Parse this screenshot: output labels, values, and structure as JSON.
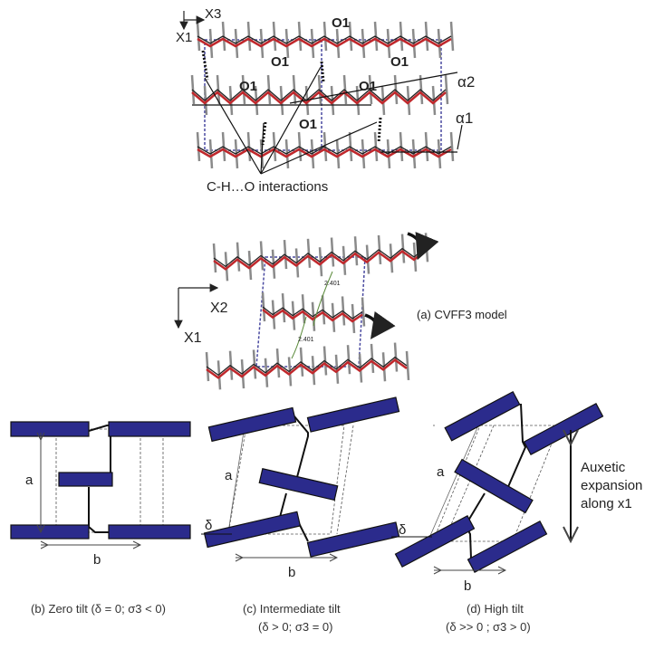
{
  "colors": {
    "bar": "#2b2b8c",
    "cell_border": "#4a4aa0",
    "oxygen": "#c0282c",
    "carbon": "#8a8a8a",
    "hbond": "#5a8a3a"
  },
  "top_panel": {
    "axis_x3": "X3",
    "axis_x1": "X1",
    "o1_labels": [
      "O1",
      "O1",
      "O1",
      "O1",
      "O1",
      "O1"
    ],
    "alpha2": "α2",
    "alpha1": "α1",
    "interactions_label": "C-H…O interactions"
  },
  "model_panel": {
    "axis_x2": "X2",
    "axis_x1": "X1",
    "distance_labels": [
      "2.401",
      "2.401"
    ],
    "caption": "(a) CVFF3 model"
  },
  "schematics": {
    "zero": {
      "a": "a",
      "b": "b",
      "caption": "(b) Zero tilt (δ = 0; σ3 < 0)"
    },
    "intermediate": {
      "a": "a",
      "b": "b",
      "delta": "δ",
      "caption_line1": "(c) Intermediate tilt",
      "caption_line2": "(δ > 0; σ3 = 0)"
    },
    "high": {
      "a": "a",
      "b": "b",
      "delta": "δ",
      "caption_line1": "(d) High tilt",
      "caption_line2": "(δ >> 0 ; σ3 > 0)"
    },
    "auxetic_label": [
      "Auxetic",
      "expansion",
      "along x1"
    ]
  }
}
